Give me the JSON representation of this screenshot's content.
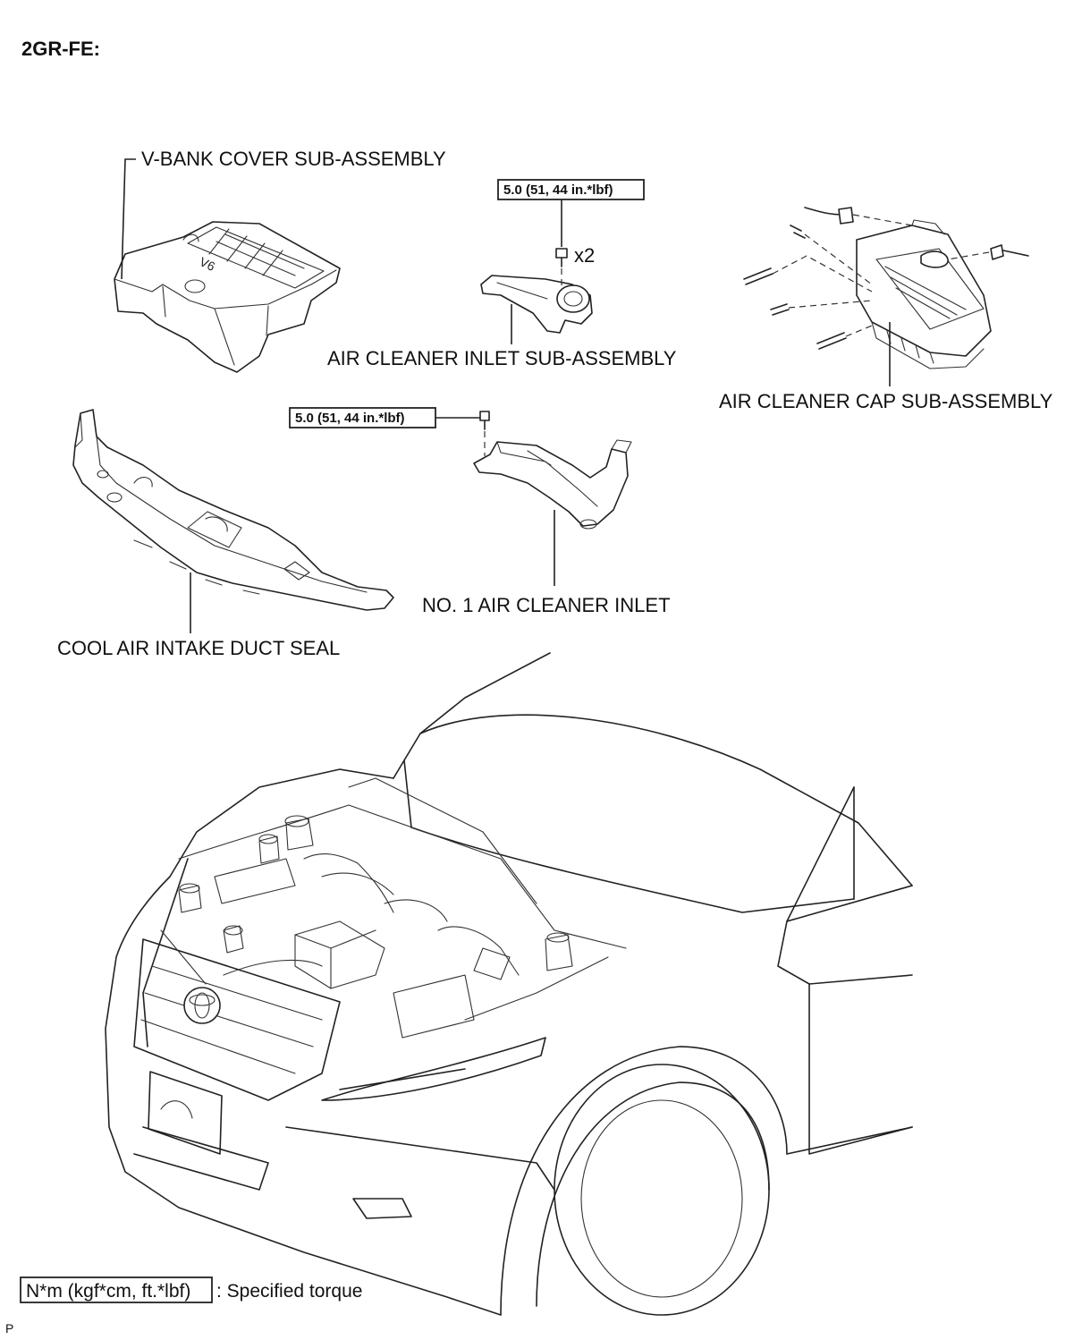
{
  "title": "2GR-FE:",
  "labels": {
    "v_bank_cover": "V-BANK COVER SUB-ASSEMBLY",
    "air_cleaner_inlet_sub": "AIR CLEANER INLET SUB-ASSEMBLY",
    "air_cleaner_cap": "AIR CLEANER CAP SUB-ASSEMBLY",
    "cool_air_intake_seal": "COOL AIR INTAKE DUCT SEAL",
    "no1_air_cleaner_inlet": "NO. 1 AIR CLEANER INLET"
  },
  "torque_specs": {
    "inlet_sub_assembly": "5.0 (51, 44 in.*lbf)",
    "no1_inlet": "5.0 (51, 44 in.*lbf)"
  },
  "bolt_count": "x2",
  "legend": {
    "box_text": "N*m (kgf*cm, ft.*lbf)",
    "description": ": Specified torque"
  },
  "footer_mark": "P"
}
